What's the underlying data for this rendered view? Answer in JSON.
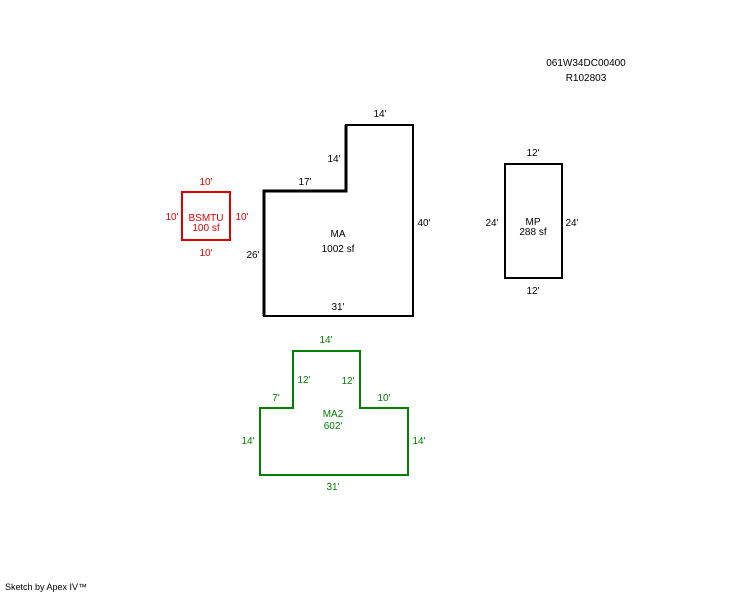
{
  "header": {
    "parcel_id": "061W34DC00400",
    "account_id": "R102803"
  },
  "footer": {
    "credit": "Sketch by Apex IV™"
  },
  "colors": {
    "bsmtu": "#e00000",
    "ma": "#000000",
    "ma2": "#008000",
    "mp": "#000000"
  },
  "areas": {
    "bsmtu": {
      "name": "BSMTU",
      "size": "100 sf",
      "dims": {
        "top": "10'",
        "bottom": "10'",
        "left": "10'",
        "right": "10'"
      }
    },
    "ma": {
      "name": "MA",
      "size": "1002 sf",
      "dims": {
        "top": "14'",
        "step_vertical": "14'",
        "step_horizontal": "17'",
        "right": "40'",
        "left": "26'",
        "bottom": "31'"
      }
    },
    "mp": {
      "name": "MP",
      "size": "288 sf",
      "dims": {
        "top": "12'",
        "bottom": "12'",
        "left": "24'",
        "right": "24'"
      }
    },
    "ma2": {
      "name": "MA2",
      "size": "602'",
      "dims": {
        "top": "14'",
        "inner_left": "12'",
        "inner_right": "12'",
        "left_ledge": "7'",
        "right_ledge": "10'",
        "left": "14'",
        "right": "14'",
        "bottom": "31'"
      }
    }
  }
}
